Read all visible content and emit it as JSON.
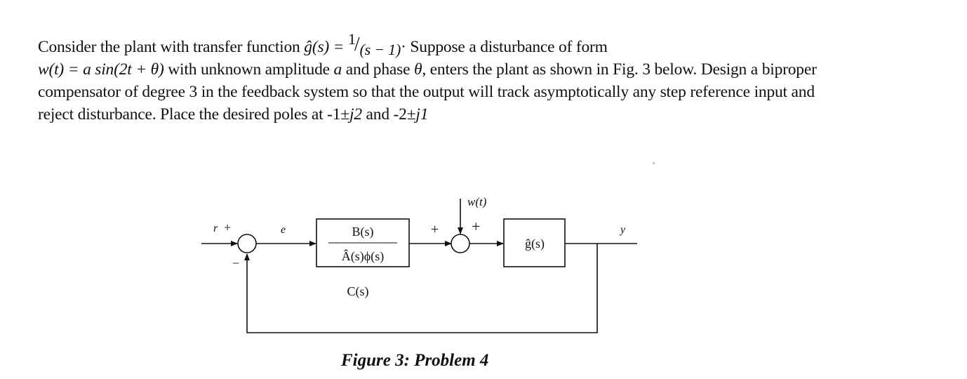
{
  "problem": {
    "intro": "Consider the plant with transfer function ",
    "ghat_s": "ĝ(s) = ",
    "frac_num": "1",
    "frac_slash": "/",
    "frac_den": "(s − 1)",
    "after_frac": "· Suppose a disturbance of form",
    "w_def": "w(t) = a sin(2t + θ)",
    "mid1": " with unknown amplitude ",
    "amp_sym": "a",
    "mid2": " and phase ",
    "phase_sym": "θ",
    "mid3": ", enters the plant as shown in Fig. 3 below. Design a biproper compensator of degree 3 in the feedback system so that the output will track asymptotically any step reference input and reject disturbance. Place the desired poles at -1",
    "pole1": "±j2",
    "mid4": " and -2",
    "pole2": "±j1"
  },
  "diagram": {
    "r_label": "r",
    "plus1": "+",
    "minus1": "−",
    "e_label": "e",
    "comp_num": "B(s)",
    "comp_den": "Â(s)ϕ(s)",
    "comp_name": "C(s)",
    "plus2": "+",
    "plus3": "+",
    "w_label": "w(t)",
    "plant_label": "ĝ(s)",
    "y_label": "y"
  },
  "caption": "Figure 3: Problem 4"
}
